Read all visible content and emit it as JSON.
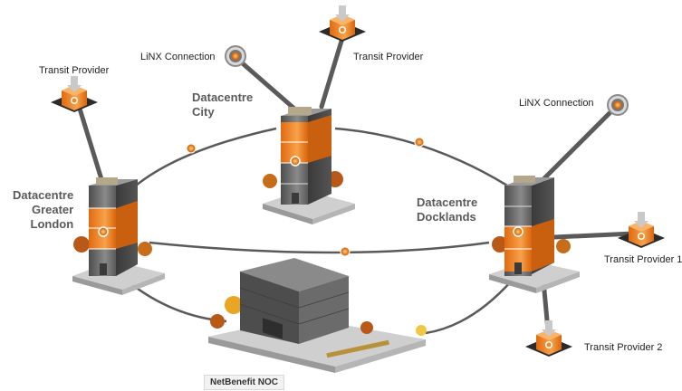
{
  "datacentres": {
    "city": {
      "line1": "Datacentre",
      "line2": "City"
    },
    "greater_london": {
      "line1": "Datacentre",
      "line2": "Greater",
      "line3": "London"
    },
    "docklands": {
      "line1": "Datacentre",
      "line2": "Docklands"
    }
  },
  "noc": {
    "label": "NetBenefit NOC"
  },
  "connections": {
    "linx_city": "LiNX Connection",
    "linx_docklands": "LiNX Connection",
    "transit_left": "Transit Provider",
    "transit_top": "Transit Provider",
    "transit_1": "Transit Provider 1",
    "transit_2": "Transit Provider 2"
  },
  "colors": {
    "accent": "#f08a24",
    "link": "#5a5a5a",
    "building": "#6b6b6b"
  }
}
